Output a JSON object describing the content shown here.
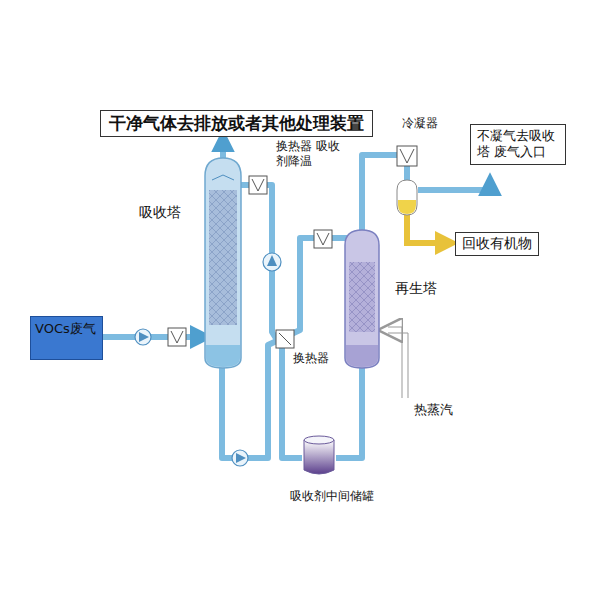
{
  "diagram": {
    "nodes": [
      {
        "text": [
          "干净气体去排放或者其他处理装置"
        ]
      },
      {
        "text": [
          "不凝气去吸收塔 废气入口"
        ]
      },
      {
        "text": [
          "吸收塔"
        ]
      },
      {
        "text": [
          "回收有机物"
        ]
      },
      {
        "text": [
          "再生塔"
        ]
      },
      {
        "text": [
          "VOCs废气"
        ]
      }
    ],
    "edges": [
      {
        "from": 5,
        "to": 2,
        "arrow": "to"
      },
      {
        "from": 2,
        "to": 0,
        "arrow": "to"
      }
    ],
    "labels": [
      "换热器 吸收剂降温",
      "冷凝器",
      "换热器",
      "热蒸汽",
      "吸收剂中间储罐"
    ]
  }
}
